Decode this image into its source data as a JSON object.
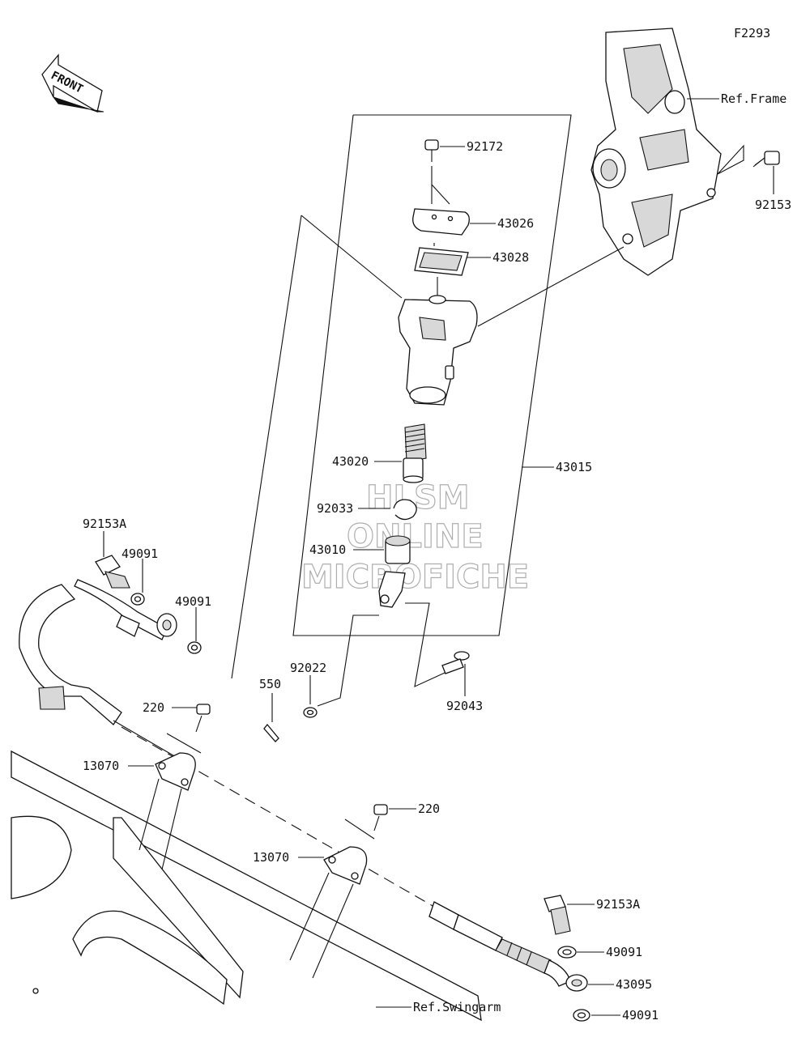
{
  "figure_code": "F2293",
  "front_label": "FRONT",
  "watermark": {
    "line1": "HLSM",
    "line2": "ONLINE",
    "line3": "MICROFICHE"
  },
  "references": {
    "frame": "Ref.Frame",
    "swingarm": "Ref.Swingarm"
  },
  "parts": {
    "p92172": "92172",
    "p43026": "43026",
    "p43028": "43028",
    "p92153": "92153",
    "p43015": "43015",
    "p43020": "43020",
    "p92033": "92033",
    "p43010": "43010",
    "p92153A_top": "92153A",
    "p49091_a": "49091",
    "p49091_b": "49091",
    "p92022": "92022",
    "p550": "550",
    "p92043": "92043",
    "p220_a": "220",
    "p13070_a": "13070",
    "p220_b": "220",
    "p13070_b": "13070",
    "p92153A_bot": "92153A",
    "p49091_c": "49091",
    "p43095": "43095",
    "p49091_d": "49091"
  }
}
